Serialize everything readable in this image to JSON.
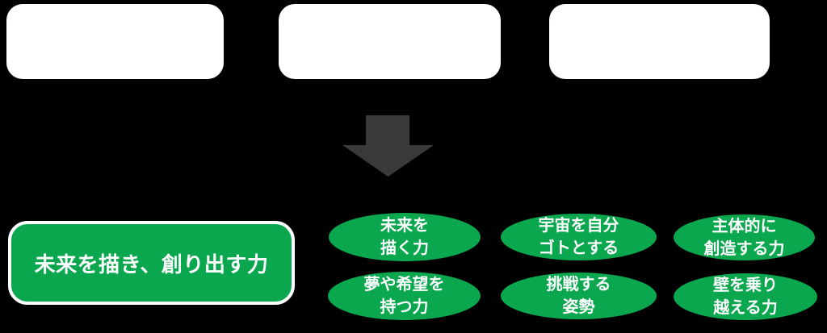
{
  "colors": {
    "background": "#000000",
    "top_box_fill": "#ffffff",
    "arrow_fill": "#3a3a3a",
    "green_fill": "#0aa74f",
    "green_box_border": "#ffffff",
    "text": "#ffffff"
  },
  "top_boxes": [
    {
      "label": ""
    },
    {
      "label": ""
    },
    {
      "label": ""
    }
  ],
  "arrow": {
    "direction": "down"
  },
  "main_box": {
    "label": "未来を描き、創り出す力"
  },
  "ellipses": [
    {
      "line1": "未来を",
      "line2": "描く力"
    },
    {
      "line1": "宇宙を自分",
      "line2": "ゴトとする"
    },
    {
      "line1": "主体的に",
      "line2": "創造する力"
    },
    {
      "line1": "夢や希望を",
      "line2": "持つ力"
    },
    {
      "line1": "挑戦する",
      "line2": "姿勢"
    },
    {
      "line1": "壁を乗り",
      "line2": "越える力"
    }
  ]
}
